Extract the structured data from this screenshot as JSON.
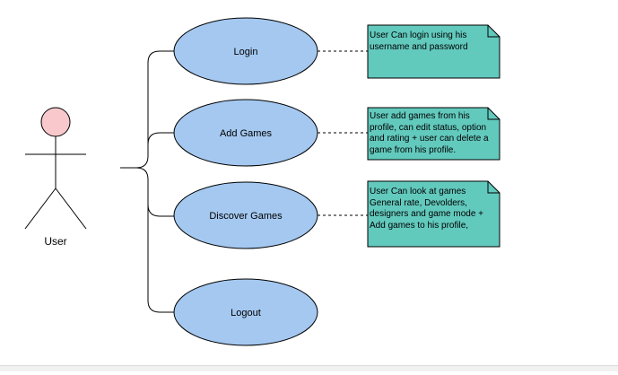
{
  "actor": {
    "label": "User"
  },
  "use_cases": [
    {
      "label": "Login"
    },
    {
      "label": "Add Games"
    },
    {
      "label": "Discover Games"
    },
    {
      "label": "Logout"
    }
  ],
  "notes": [
    {
      "text": "User Can login using his\nusername and password"
    },
    {
      "text": "User add games from his\nprofile, can edit status, option\nand rating + user can delete a\ngame from his profile."
    },
    {
      "text": "User Can look at games\nGeneral rate, Devolders,\ndesigners and game mode +\nAdd games to his profile,"
    }
  ],
  "colors": {
    "ellipse_fill": "#a4c8f0",
    "note_fill": "#62c9bd",
    "actor_head_fill": "#f8c8cc",
    "stroke": "#000000"
  }
}
